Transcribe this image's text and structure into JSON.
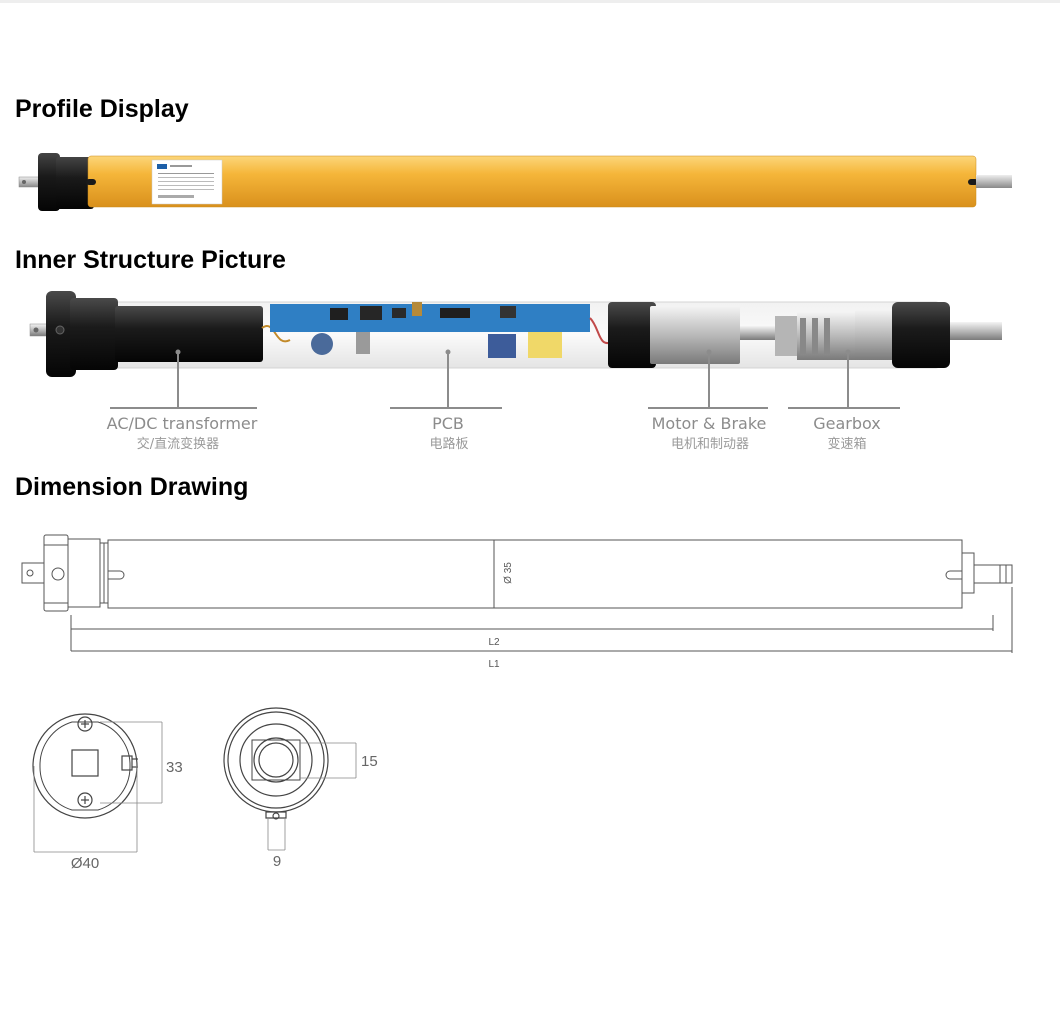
{
  "headings": {
    "profile": "Profile Display",
    "inner": "Inner Structure Picture",
    "dimension": "Dimension Drawing"
  },
  "components": [
    {
      "en": "AC/DC transformer",
      "cn": "交/直流变换器"
    },
    {
      "en": "PCB",
      "cn": "电路板"
    },
    {
      "en": "Motor & Brake",
      "cn": "电机和制动器"
    },
    {
      "en": "Gearbox",
      "cn": "变速箱"
    }
  ],
  "dimensions": {
    "tube_diameter": "Ø 35",
    "l2": "L2",
    "l1": "L1",
    "head_height": "33",
    "head_diameter": "Ø40",
    "end_height": "15",
    "end_pin": "9"
  },
  "colors": {
    "tube_yellow": "#f5b63a",
    "head_black": "#151515",
    "pcb_blue": "#2f7fc4",
    "line_grey": "#666666"
  }
}
